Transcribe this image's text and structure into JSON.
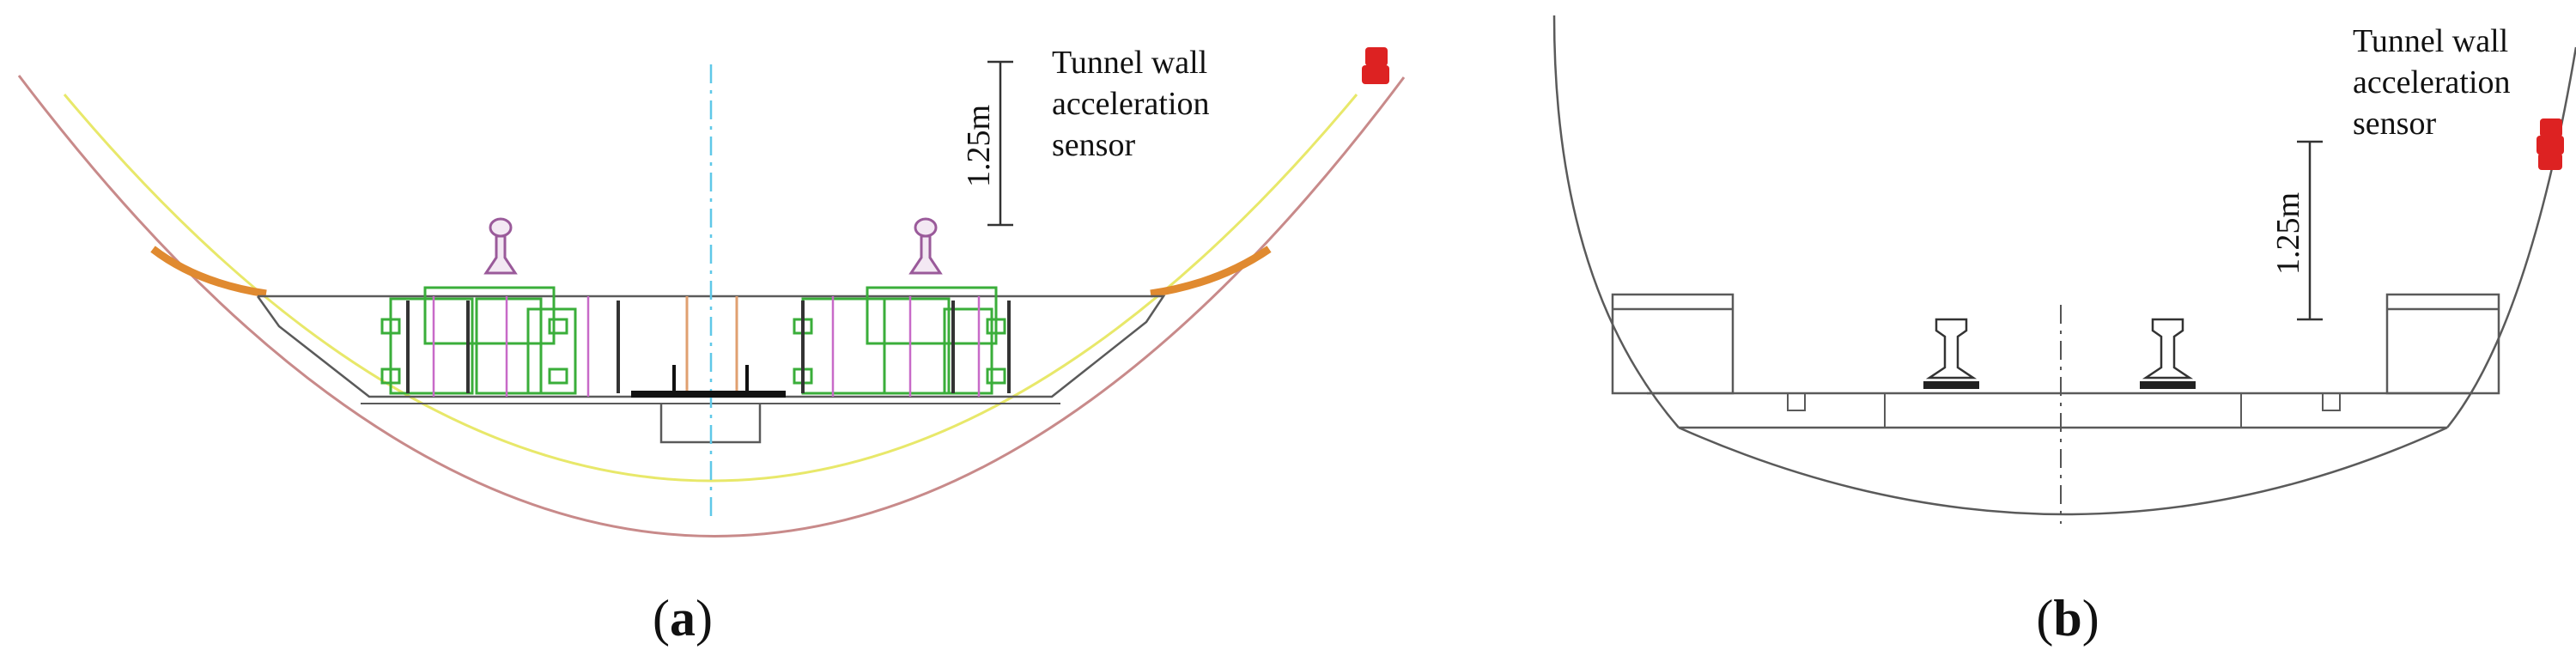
{
  "panel_a": {
    "sensor_label_lines": [
      "Tunnel wall",
      "acceleration",
      "sensor"
    ],
    "dimension_label": "1.25m",
    "caption_open": "(",
    "caption_letter": "a",
    "caption_close": ")"
  },
  "panel_b": {
    "sensor_label_lines": [
      "Tunnel wall",
      "acceleration",
      "sensor"
    ],
    "dimension_label": "1.25m",
    "caption_open": "(",
    "caption_letter": "b",
    "caption_close": ")"
  },
  "colors": {
    "line": "#5a5a5a",
    "outer_arc": "#c88a8a",
    "inner_arc": "#e8e86a",
    "shoulder": "#e08a30",
    "centerline": "#5fc8e8",
    "rail": "#9a5a9a",
    "fastener": "#3aae3a",
    "magenta": "#c86ac8",
    "orange_line": "#e0a070",
    "sensor": "#dd2222"
  }
}
